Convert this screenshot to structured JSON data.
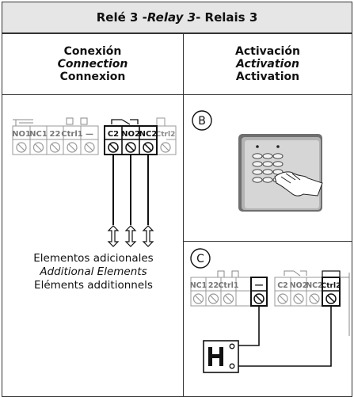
{
  "title": {
    "es": "Relé 3 - ",
    "en": "Relay 3",
    "fr": " - Relais 3"
  },
  "left_header": {
    "es": "Conexión",
    "en": "Connection",
    "fr": "Connexion"
  },
  "right_header": {
    "es": "Activación",
    "en": "Activation",
    "fr": "Activation"
  },
  "panel_b_label": "B",
  "panel_c_label": "C",
  "left_terminals_group1": [
    "NO1",
    "NC1",
    "22",
    "Ctrl1",
    "—"
  ],
  "left_terminals_group2": [
    "C2",
    "NO2",
    "NC2",
    "Ctrl2"
  ],
  "c_terminals_group1": [
    "NC1",
    "22",
    "Ctrl1",
    "—"
  ],
  "c_terminals_group2": [
    "C2",
    "NO2",
    "NC2",
    "Ctrl2"
  ],
  "caption": {
    "es": "Elementos adicionales",
    "en": "Additional Elements",
    "fr": "Eléments additionnels"
  },
  "icons": [
    "relay-symbol-icon",
    "keypad-icon",
    "hand-icon",
    "push-button-icon",
    "double-arrow-icon"
  ]
}
